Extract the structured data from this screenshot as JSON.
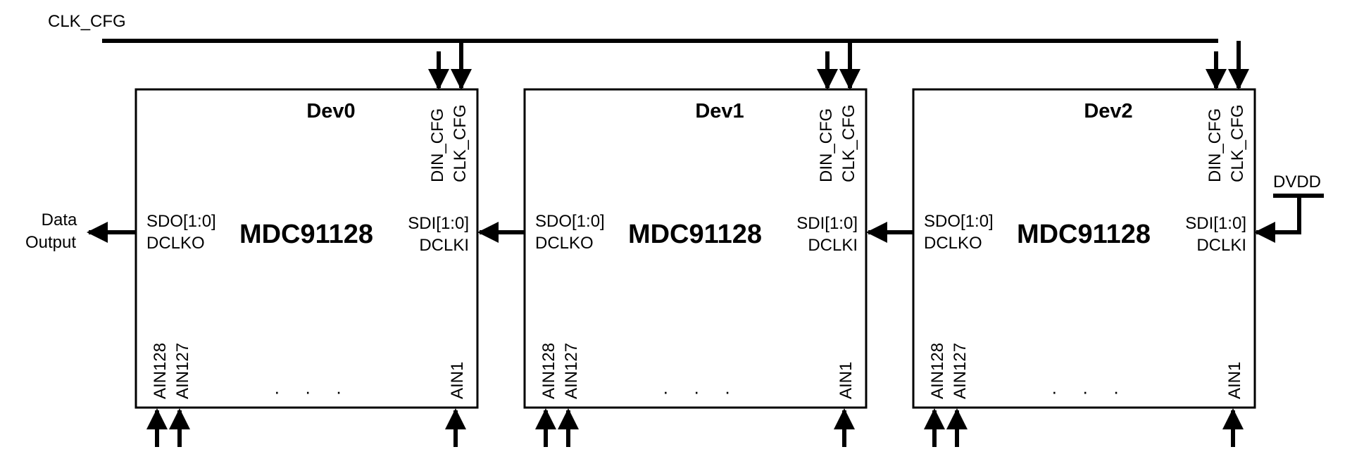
{
  "top_bus": {
    "label": "CLK_CFG"
  },
  "power": {
    "label": "DVDD"
  },
  "output": {
    "line1": "Data",
    "line2": "Output"
  },
  "devices": [
    {
      "name": "Dev0",
      "part": "MDC91128",
      "sdo": "SDO[1:0]",
      "dclko": "DCLKO",
      "sdi": "SDI[1:0]",
      "dclki": "DCLKI",
      "din_cfg": "DIN_CFG",
      "clk_cfg": "CLK_CFG",
      "ain_a": "AIN128",
      "ain_b": "AIN127",
      "ain_last": "AIN1",
      "ellipsis": "· · ·"
    },
    {
      "name": "Dev1",
      "part": "MDC91128",
      "sdo": "SDO[1:0]",
      "dclko": "DCLKO",
      "sdi": "SDI[1:0]",
      "dclki": "DCLKI",
      "din_cfg": "DIN_CFG",
      "clk_cfg": "CLK_CFG",
      "ain_a": "AIN128",
      "ain_b": "AIN127",
      "ain_last": "AIN1",
      "ellipsis": "· · ·"
    },
    {
      "name": "Dev2",
      "part": "MDC91128",
      "sdo": "SDO[1:0]",
      "dclko": "DCLKO",
      "sdi": "SDI[1:0]",
      "dclki": "DCLKI",
      "din_cfg": "DIN_CFG",
      "clk_cfg": "CLK_CFG",
      "ain_a": "AIN128",
      "ain_b": "AIN127",
      "ain_last": "AIN1",
      "ellipsis": "· · ·"
    }
  ]
}
